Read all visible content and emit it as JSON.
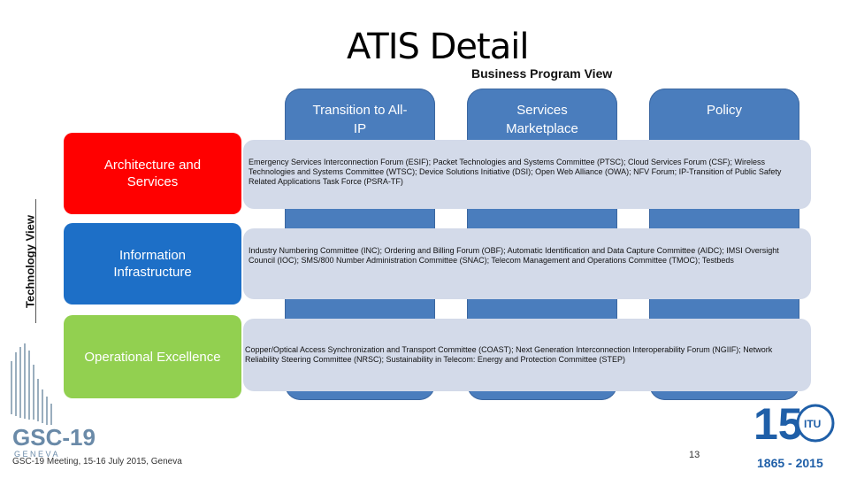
{
  "header": {
    "title": "ATIS Detail",
    "subtitle": "Business Program View"
  },
  "axis": {
    "vertical_label": "Technology View"
  },
  "columns": [
    {
      "label": "Transition to All-IP"
    },
    {
      "label": "Services Marketplace"
    },
    {
      "label": "Policy"
    }
  ],
  "rows": [
    {
      "category": "Architecture and Services",
      "color": "#ff0000",
      "text": "Emergency Services Interconnection Forum (ESIF); Packet Technologies and Systems Committee (PTSC); Cloud Services Forum (CSF); Wireless Technologies and Systems Committee (WTSC); Device Solutions Initiative (DSI); Open Web Alliance (OWA); NFV Forum; IP-Transition of Public Safety Related Applications Task Force (PSRA-TF)"
    },
    {
      "category": "Information Infrastructure",
      "color": "#1d6fc7",
      "text": "Industry Numbering Committee (INC); Ordering and Billing Forum (OBF); Automatic Identification and Data Capture Committee (AIDC); IMSI Oversight Council (IOC); SMS/800 Number Administration Committee (SNAC); Telecom Management and Operations Committee (TMOC); Testbeds"
    },
    {
      "category": "Operational Excellence",
      "color": "#92d050",
      "text": "Copper/Optical Access Synchronization and Transport Committee (COAST); Next Generation Interconnection Interoperability Forum (NGIIF); Network Reliability Steering Committee (NRSC); Sustainability in Telecom: Energy and Protection Committee (STEP)"
    }
  ],
  "footer": {
    "meeting": "GSC-19 Meeting, 15-16 July 2015, Geneva",
    "page_number": "13"
  },
  "logos": {
    "gsc": {
      "name": "GSC-19",
      "sub": "G E N E V A"
    },
    "itu": {
      "number": "150",
      "org": "ITU",
      "years": "1865 - 2015"
    }
  }
}
